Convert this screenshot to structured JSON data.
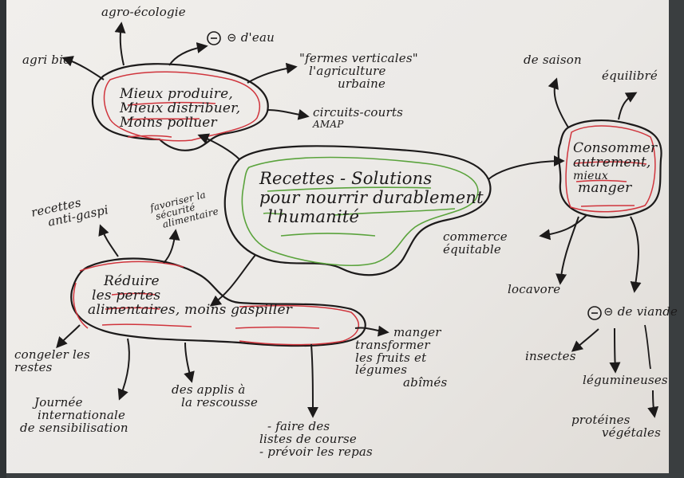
{
  "title": "Recettes - Solutions pour nourrir durablement l'humanité",
  "colors": {
    "ink": "#1c1a1a",
    "highlight_red": "#d0343c",
    "highlight_green": "#5aa33c",
    "paper": "#eeece9",
    "background": "#3a3e40"
  },
  "center": {
    "lines": [
      "Recettes - Solutions",
      "pour nourrir durablement",
      "l'humanité"
    ]
  },
  "branches": {
    "produce": {
      "lines": [
        "Mieux produire,",
        "Mieux distribuer,",
        "Moins polluer"
      ],
      "leaves": {
        "agri_bio": "agri bio",
        "agro_ecologie": "agro-écologie",
        "moins_eau": "⊝ d'eau",
        "fermes_verticales": [
          "\"fermes verticales\"",
          "l'agriculture",
          "urbaine"
        ],
        "circuits_courts": [
          "circuits-courts",
          "AMAP"
        ]
      }
    },
    "consume": {
      "lines": [
        "Consommer",
        "autrement,",
        "mieux",
        "manger"
      ],
      "leaves": {
        "de_saison": "de saison",
        "equilibre": "équilibré",
        "commerce_equitable": [
          "commerce",
          "équitable"
        ],
        "locavore": "locavore",
        "moins_viande": "⊝ de viande",
        "insectes": "insectes",
        "legumineuses": "légumineuses",
        "proteines_vegetales": [
          "protéines",
          "végétales"
        ]
      }
    },
    "reduce": {
      "lines": [
        "Réduire",
        "les pertes",
        "alimentaires, moins gaspiller"
      ],
      "leaves": {
        "recettes_anti_gaspi": [
          "recettes",
          "anti-gaspi"
        ],
        "favoriser_securite": [
          "favoriser la",
          "sécurité",
          "alimentaire"
        ],
        "congeler_restes": [
          "congeler les",
          "restes"
        ],
        "journee_internationale": [
          "Journée",
          "internationale",
          "de sensibilisation"
        ],
        "applis": [
          "des applis à",
          "la rescousse"
        ],
        "listes_courses": [
          "- faire des",
          "listes de course",
          "- prévoir les repas"
        ],
        "manger_transformer": [
          "manger",
          "transformer",
          "les fruits et",
          "légumes",
          "abîmés"
        ]
      }
    }
  }
}
